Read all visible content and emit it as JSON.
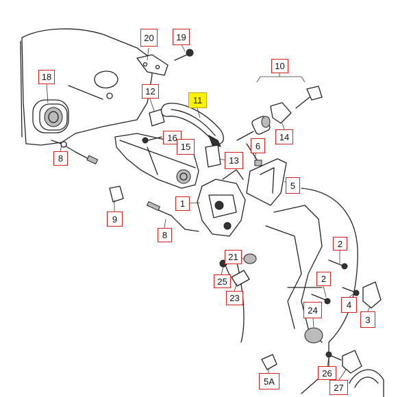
{
  "callouts": {
    "p1": "1",
    "p2a": "2",
    "p2b": "2",
    "p3": "3",
    "p4": "4",
    "p5": "5",
    "p5a": "5A",
    "p6": "6",
    "p8a": "8",
    "p8b": "8",
    "p9": "9",
    "p10": "10",
    "p11": "11",
    "p12": "12",
    "p13": "13",
    "p14": "14",
    "p15": "15",
    "p16": "16",
    "p18": "18",
    "p19": "19",
    "p20": "20",
    "p21": "21",
    "p23": "23",
    "p24": "24",
    "p25": "25",
    "p26": "26",
    "p27": "27"
  },
  "highlighted_part": "11",
  "colors": {
    "callout_border": "#d62020",
    "highlight_fill": "#fff200",
    "line": "#222222"
  }
}
